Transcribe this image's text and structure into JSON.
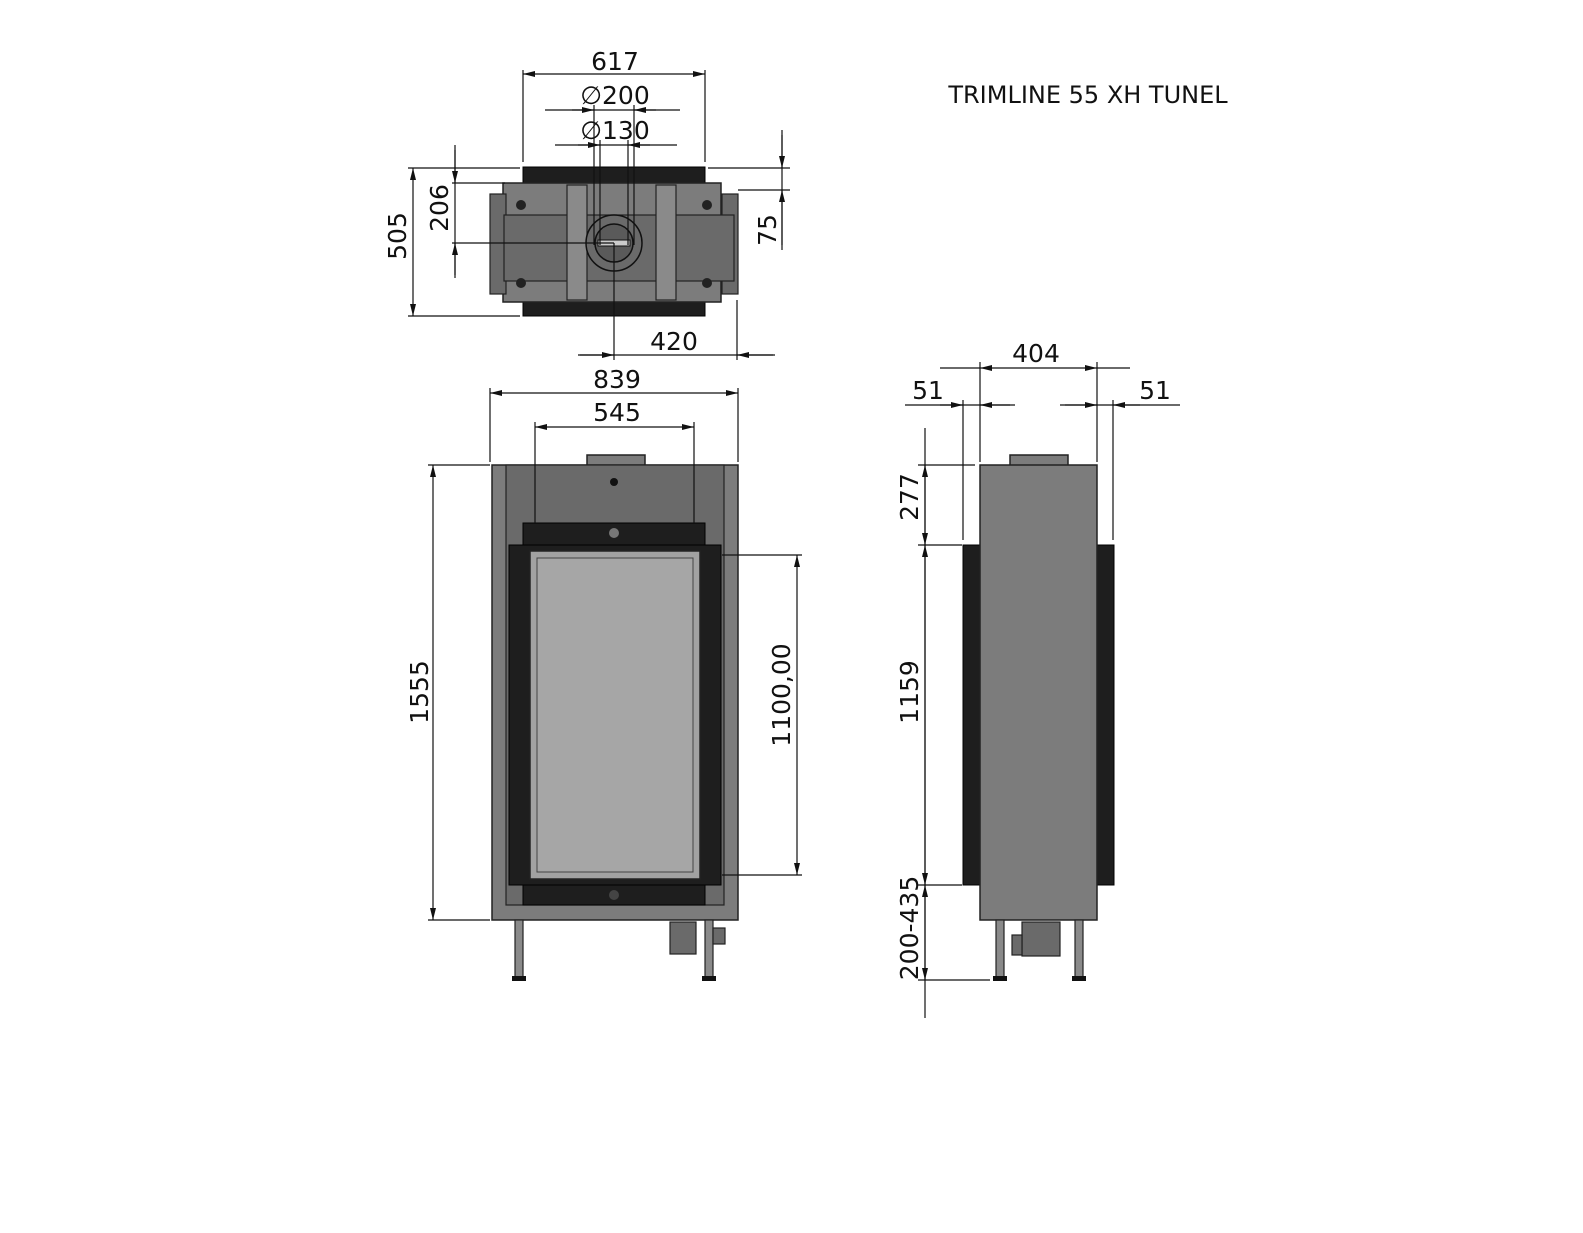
{
  "title": "TRIMLINE 55 XH TUNEL",
  "top_view": {
    "width_total": "617",
    "flue_outer": "∅200",
    "flue_inner": "∅130",
    "depth": "505",
    "flue_center_offset": "206",
    "rear_offset": "75",
    "side_offset": "420"
  },
  "front_view": {
    "overall_width": "839",
    "opening_width": "545",
    "overall_height": "1555",
    "glass_height": "1100,00"
  },
  "side_view": {
    "depth": "404",
    "frame_left": "51",
    "frame_right": "51",
    "top_height": "277",
    "glass_height": "1159",
    "leg_height": "200-435"
  }
}
